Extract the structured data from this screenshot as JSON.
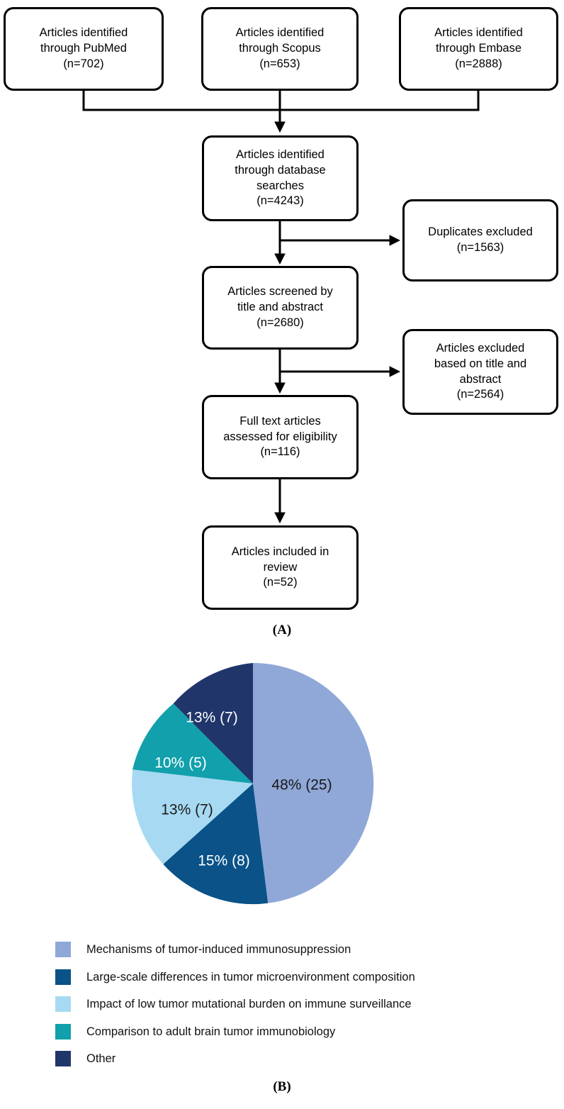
{
  "figure": {
    "panel_a_label": "(A)",
    "panel_b_label": "(B)"
  },
  "flowchart": {
    "boxes": [
      {
        "id": "pubmed",
        "text": "Articles identified\nthrough PubMed\n(n=702)"
      },
      {
        "id": "scopus",
        "text": "Articles identified\nthrough Scopus\n(n=653)"
      },
      {
        "id": "embase",
        "text": "Articles identified\nthrough Embase\n(n=2888)"
      },
      {
        "id": "database",
        "text": "Articles identified\nthrough database\nsearches\n(n=4243)"
      },
      {
        "id": "duplicates",
        "text": "Duplicates excluded\n(n=1563)"
      },
      {
        "id": "screened",
        "text": "Articles screened by\ntitle and abstract\n(n=2680)"
      },
      {
        "id": "excluded",
        "text": "Articles excluded\nbased on title and\nabstract\n(n=2564)"
      },
      {
        "id": "fulltext",
        "text": "Full text articles\nassessed for eligibility\n(n=116)"
      },
      {
        "id": "included",
        "text": "Articles included in\nreview\n(n=52)"
      }
    ]
  },
  "chart_data": {
    "type": "pie",
    "title": "",
    "legend_position": "below",
    "start_angle_deg": 0,
    "direction": "clockwise",
    "total": 52,
    "categories": [
      "Mechanisms of tumor-induced immunosuppression",
      "Large-scale differences in tumor microenvironment composition",
      "Impact of low tumor mutational burden on immune surveillance",
      "Comparison to adult brain tumor immunobiology",
      "Other"
    ],
    "values": [
      25,
      8,
      7,
      5,
      7
    ],
    "percentages": [
      48,
      15,
      13,
      10,
      13
    ],
    "data_labels": [
      "48% (25)",
      "15% (8)",
      "13% (7)",
      "10% (5)",
      "13% (7)"
    ],
    "label_text_colors": [
      "#1a1a1a",
      "#ffffff",
      "#1a1a1a",
      "#ffffff",
      "#ffffff"
    ],
    "colors": [
      "#8FA8D7",
      "#0A5288",
      "#A7DAF2",
      "#11A0AC",
      "#20356A"
    ]
  }
}
